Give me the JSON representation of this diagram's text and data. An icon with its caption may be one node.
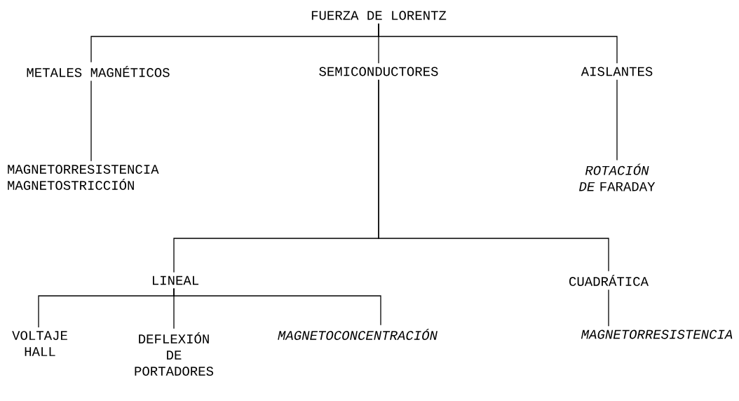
{
  "diagram": {
    "nodes": [
      {
        "text": [
          "FUERZA DE LORENTZ"
        ]
      },
      {
        "text": [
          "METALES MAGNÉTICOS"
        ]
      },
      {
        "text": [
          "SEMICONDUCTORES"
        ]
      },
      {
        "text": [
          "AISLANTES"
        ]
      },
      {
        "text": [
          "MAGNETORRESISTENCIA",
          "MAGNETOSTRICCIÓN"
        ]
      },
      {
        "text": [
          "*ROTACIÓN DE* FARADAY"
        ]
      },
      {
        "text": [
          "LINEAL"
        ]
      },
      {
        "text": [
          "CUADRÁTICA"
        ]
      },
      {
        "text": [
          "VOLTAJE HALL"
        ]
      },
      {
        "text": [
          "DEFLEXIÓN DE PORTADORES"
        ]
      },
      {
        "text": [
          "MAGNETOCONCENTRACIÓN"
        ]
      },
      {
        "text": [
          "MAGNETORRESISTENCIA"
        ]
      }
    ],
    "edges": [
      {
        "from": 0,
        "to": 1,
        "arrow": "none"
      },
      {
        "from": 0,
        "to": 2,
        "arrow": "none"
      },
      {
        "from": 0,
        "to": 3,
        "arrow": "none"
      },
      {
        "from": 1,
        "to": 4,
        "arrow": "none"
      },
      {
        "from": 3,
        "to": 5,
        "arrow": "none"
      },
      {
        "from": 2,
        "to": 6,
        "arrow": "none"
      },
      {
        "from": 2,
        "to": 7,
        "arrow": "none"
      },
      {
        "from": 6,
        "to": 8,
        "arrow": "none"
      },
      {
        "from": 6,
        "to": 9,
        "arrow": "none"
      },
      {
        "from": 6,
        "to": 10,
        "arrow": "none"
      },
      {
        "from": 7,
        "to": 11,
        "arrow": "none"
      }
    ]
  }
}
